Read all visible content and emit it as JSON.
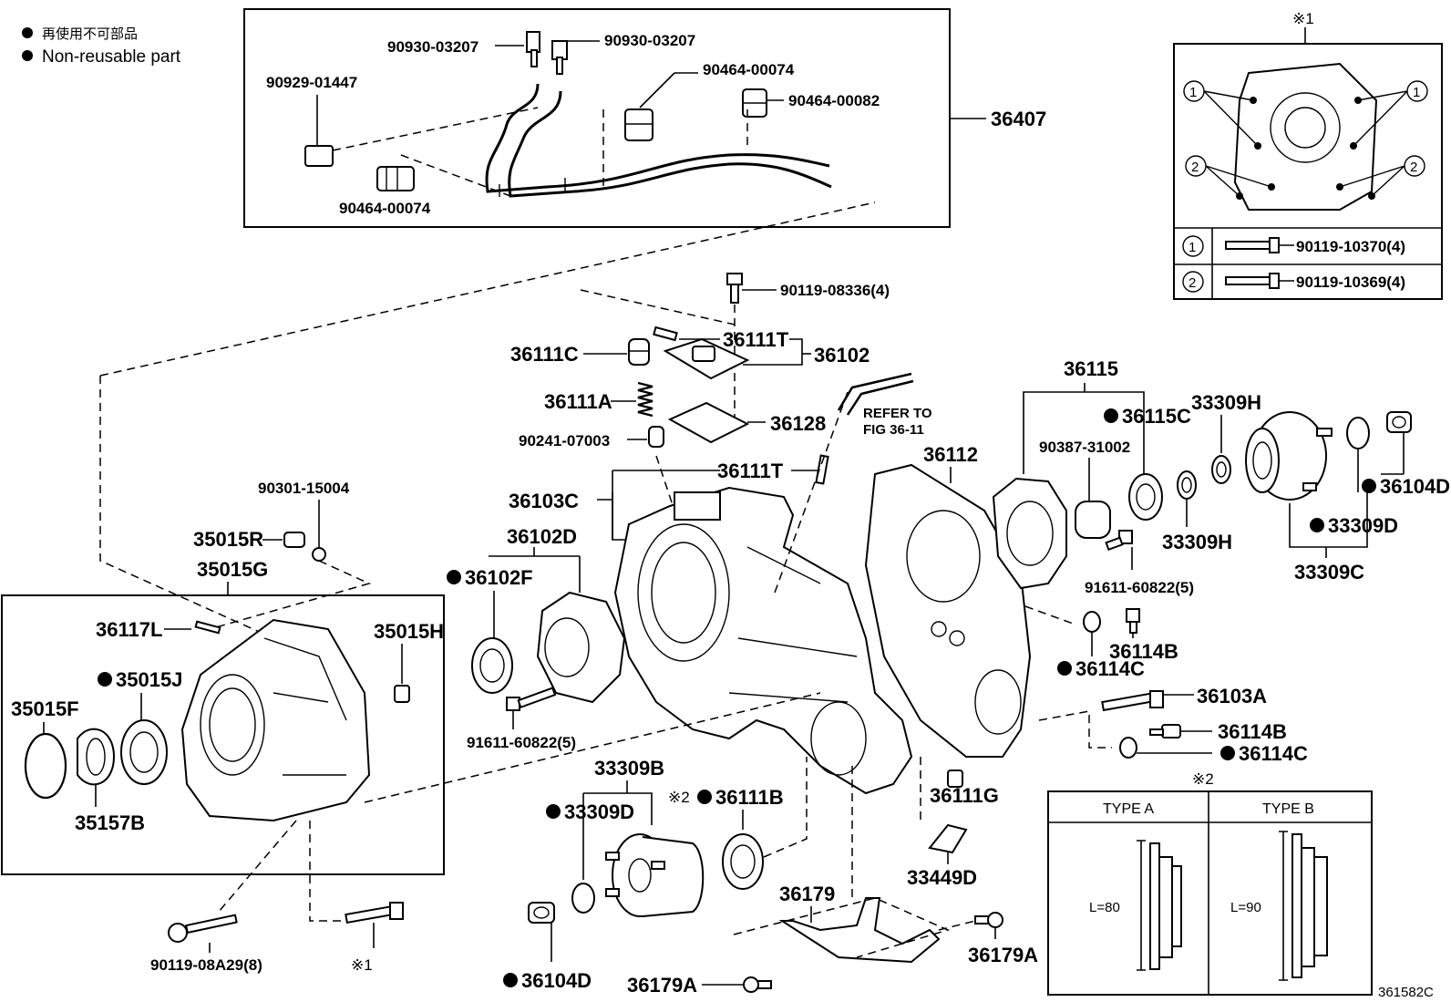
{
  "legend": {
    "jp": "再使用不可部品",
    "en": "Non-reusable part"
  },
  "parts": {
    "p90930_a": "90930-03207",
    "p90930_b": "90930-03207",
    "p90929": "90929-01447",
    "p90464_74a": "90464-00074",
    "p90464_82": "90464-00082",
    "p90464_74b": "90464-00074",
    "p36407": "36407",
    "p90119_08336": "90119-08336(4)",
    "p36111T_a": "36111T",
    "p36102": "36102",
    "p36111C": "36111C",
    "p36111A": "36111A",
    "p36128": "36128",
    "p90241": "90241-07003",
    "p36111T_b": "36111T",
    "p36103C": "36103C",
    "p36102D": "36102D",
    "p36102F": "36102F",
    "p90301": "90301-15004",
    "p35015R": "35015R",
    "p35015G": "35015G",
    "p36117L": "36117L",
    "p35015H": "35015H",
    "p35015J": "35015J",
    "p35015F": "35015F",
    "p35157B": "35157B",
    "p91611_a": "91611-60822(5)",
    "p90119_08A29": "90119-08A29(8)",
    "p33309B": "33309B",
    "p33309D_a": "33309D",
    "p36111B": "36111B",
    "p36104D_a": "36104D",
    "p36179A_a": "36179A",
    "p36179": "36179",
    "p36179A_b": "36179A",
    "p33449D": "33449D",
    "p36111G": "36111G",
    "p36112": "36112",
    "p36115": "36115",
    "p36115C": "36115C",
    "p33309H_a": "33309H",
    "p90387": "90387-31002",
    "p33309H_b": "33309H",
    "p91611_b": "91611-60822(5)",
    "p36104D_b": "36104D",
    "p33309D_b": "33309D",
    "p33309C": "33309C",
    "p36114C_a": "36114C",
    "p36114B_a": "36114B",
    "p36103A": "36103A",
    "p36114B_b": "36114B",
    "p36114C_b": "36114C"
  },
  "refer": {
    "line1": "REFER TO",
    "line2": "FIG 36-11"
  },
  "marks": {
    "note1_ref": "※1",
    "note1_top": "※1",
    "note2_ref": "※2",
    "note2_top": "※2"
  },
  "inset1": {
    "callout1": "1",
    "callout2": "2",
    "row1_num": "1",
    "row1_part": "90119-10370(4)",
    "row2_num": "2",
    "row2_part": "90119-10369(4)"
  },
  "inset2": {
    "type_a": "TYPE A",
    "type_b": "TYPE B",
    "len_a": "L=80",
    "len_b": "L=90"
  },
  "figure_id": "361582C"
}
